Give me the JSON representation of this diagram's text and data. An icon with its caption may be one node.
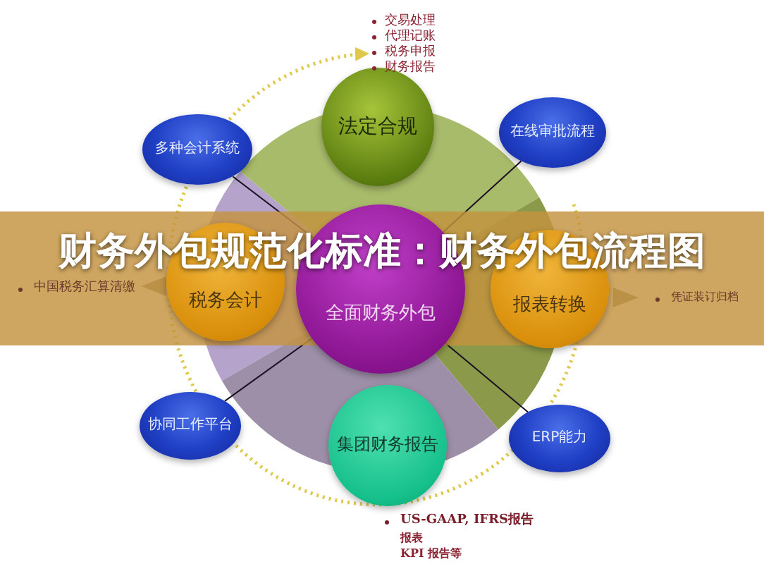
{
  "diagram": {
    "title": "财务外包规范化标准：财务外包流程图",
    "nodes": [
      {
        "text": [
          "法定合规"
        ]
      },
      {
        "text": [
          "多种会计系统"
        ]
      },
      {
        "text": [
          "在线审批流程"
        ]
      },
      {
        "text": [
          "税务会计"
        ]
      },
      {
        "text": [
          "全面财务外包"
        ]
      },
      {
        "text": [
          "报表转换"
        ]
      },
      {
        "text": [
          "协同工作平台"
        ]
      },
      {
        "text": [
          "集团财务报告"
        ]
      },
      {
        "text": [
          "ERP能力"
        ]
      },
      {
        "text": [
          "交易处理",
          "代理记账",
          "税务申报",
          "财务报告"
        ]
      }
    ],
    "edges": [
      {
        "from": 4,
        "to": 1,
        "arrow": "none"
      },
      {
        "from": 4,
        "to": 2,
        "arrow": "none"
      },
      {
        "from": 4,
        "to": 6,
        "arrow": "none"
      },
      {
        "from": 4,
        "to": 8,
        "arrow": "none"
      },
      {
        "from": null,
        "to": 9,
        "arrow": "to",
        "style": "dashed",
        "color": "#e0c84a"
      }
    ],
    "labels": [
      "中国税务汇算清缴",
      "凭证装订归档",
      "US-GAAP, IFRS报告",
      "报表",
      "KPI 报告等"
    ]
  }
}
